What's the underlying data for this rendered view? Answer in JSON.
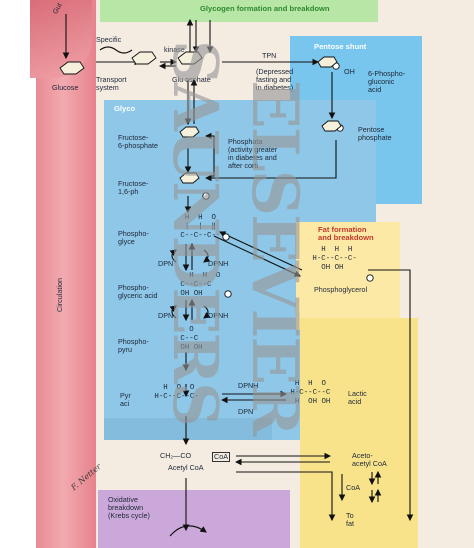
{
  "colors": {
    "circulation": "#e8919a",
    "glycolysis": "#8fc8e8",
    "pentose": "#7cc6ee",
    "glycogen": "#b9e6a8",
    "fat": "#f3e08a",
    "oxidative": "#c9a6d8",
    "background": "#f2e7dc",
    "watermark": "#9a9a9a"
  },
  "labels": {
    "gut": "Gut",
    "glucose": "Glucose",
    "circulation": "Circulation",
    "specific": "Specific",
    "kinase": "kinase",
    "transport_system": "Transport\nsystem",
    "glucose_phosphate": "Glu     osphate",
    "glycogen_title": "Glycogen formation and breakdown",
    "pentose_title": "Pentose shunt",
    "tpn": "TPN",
    "depressed_note": "(Depressed\nfasting and\nin diabetes)",
    "phosphogluconic": "6-Phospho-\ngluconic\nacid",
    "pentose_phosphate": "Pentose\nphosphate",
    "glycolysis_title": "Glyco",
    "fructose_6p": "Fructose-\n6-phosphate",
    "phosphatase_note": "Phosphata\n(activity greater\nin diabetes and\nafter corti",
    "fructose_16": "Fructose-\n1,6-ph",
    "phospho_glyc": "Phospho-\nglyce",
    "dpn1": "DPN",
    "dpnh1": "DPNH",
    "phosphoglyceric": "Phospho-\nglyceric acid",
    "dpn2": "DPN",
    "dpnh2": "DPNH",
    "phospho_pyr": "Phospho-\npyru",
    "fat_title": "Fat formation\nand breakdown",
    "phosphoglycerol": "Phosphoglycerol",
    "pyruvic": "Pyr\naci",
    "dpnh3": "DPNH",
    "dpn3": "DPN",
    "lactic": "Lactic\nacid",
    "ch2co_coa": "CH₂—CO",
    "coa": "CoA",
    "acetyl_coa": "Acetyl CoA",
    "acetoacetyl": "Aceto-\nacetyl CoA",
    "coa2": "CoA",
    "to_fat": "To\nfat",
    "oxidative_title": "Oxidative\nbreakdown\n(Krebs cycle)",
    "signature": "F. Netter"
  },
  "watermark": {
    "line1": "SAUNDERS",
    "line2": "ELSEVIER"
  }
}
